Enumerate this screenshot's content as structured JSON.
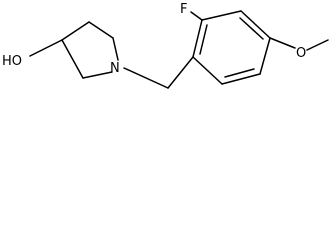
{
  "molecule": {
    "atoms": {
      "hydroxyl": "HO",
      "nitrogen": "N",
      "fluorine": "F",
      "methoxy_oxygen": "O"
    }
  },
  "colors": {
    "bond": "#000000",
    "label": "#000000",
    "background": "#ffffff"
  }
}
